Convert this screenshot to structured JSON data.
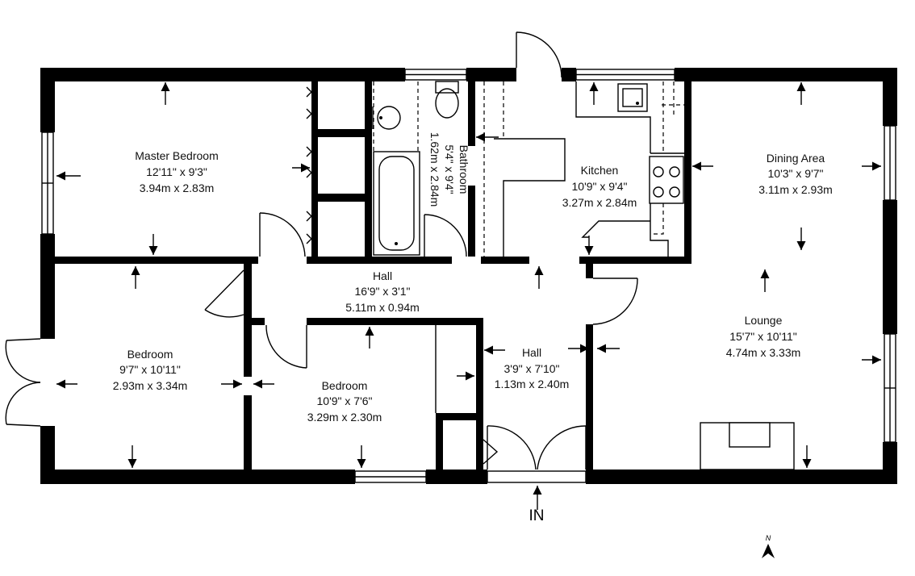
{
  "rooms": {
    "master_bedroom": {
      "name": "Master Bedroom",
      "imperial": "12'11\" x 9'3\"",
      "metric": "3.94m x 2.83m"
    },
    "bathroom": {
      "name": "Bathroom",
      "imperial": "5'4\" x 9'4\"",
      "metric": "1.62m x 2.84m"
    },
    "kitchen": {
      "name": "Kitchen",
      "imperial": "10'9\" x 9'4\"",
      "metric": "3.27m x 2.84m"
    },
    "dining_area": {
      "name": "Dining Area",
      "imperial": "10'3\" x 9'7\"",
      "metric": "3.11m x 2.93m"
    },
    "hall_main": {
      "name": "Hall",
      "imperial": "16'9\" x 3'1\"",
      "metric": "5.11m x 0.94m"
    },
    "bedroom_left": {
      "name": "Bedroom",
      "imperial": "9'7\" x 10'11\"",
      "metric": "2.93m x 3.34m"
    },
    "bedroom_middle": {
      "name": "Bedroom",
      "imperial": "10'9\" x 7'6\"",
      "metric": "3.29m x 2.30m"
    },
    "hall_entry": {
      "name": "Hall",
      "imperial": "3'9\" x 7'10\"",
      "metric": "1.13m x 2.40m"
    },
    "lounge": {
      "name": "Lounge",
      "imperial": "15'7\" x 10'11\"",
      "metric": "4.74m x 3.33m"
    }
  },
  "entrance": {
    "label": "IN"
  },
  "compass": {
    "label": "N"
  },
  "colors": {
    "wall": "#000000",
    "background": "#ffffff",
    "text": "#111111"
  }
}
